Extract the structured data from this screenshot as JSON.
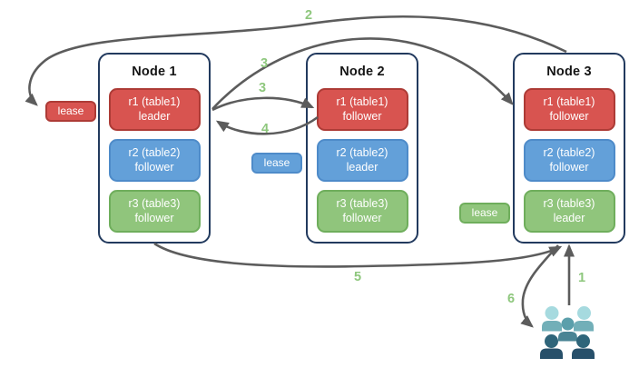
{
  "diagram": {
    "nodes": [
      {
        "title": "Node 1",
        "ranges": [
          {
            "name": "r1 (table1)",
            "role": "leader",
            "color": "red"
          },
          {
            "name": "r2 (table2)",
            "role": "follower",
            "color": "blue"
          },
          {
            "name": "r3 (table3)",
            "role": "follower",
            "color": "green"
          }
        ]
      },
      {
        "title": "Node 2",
        "ranges": [
          {
            "name": "r1 (table1)",
            "role": "follower",
            "color": "red"
          },
          {
            "name": "r2 (table2)",
            "role": "leader",
            "color": "blue"
          },
          {
            "name": "r3 (table3)",
            "role": "follower",
            "color": "green"
          }
        ]
      },
      {
        "title": "Node 3",
        "ranges": [
          {
            "name": "r1 (table1)",
            "role": "follower",
            "color": "red"
          },
          {
            "name": "r2 (table2)",
            "role": "follower",
            "color": "blue"
          },
          {
            "name": "r3 (table3)",
            "role": "leader",
            "color": "green"
          }
        ]
      }
    ],
    "leases": [
      {
        "label": "lease",
        "color": "red"
      },
      {
        "label": "lease",
        "color": "blue"
      },
      {
        "label": "lease",
        "color": "green"
      }
    ],
    "step_labels": [
      "2",
      "3",
      "3",
      "4",
      "5",
      "1",
      "6"
    ],
    "icons": [
      {
        "name": "users-icon",
        "description": "group of five person silhouettes (clients)"
      }
    ],
    "colors": {
      "red_fill": "#D85450",
      "red_border": "#AD3B36",
      "blue_fill": "#63A0D9",
      "blue_border": "#4E8BC9",
      "green_fill": "#90C57C",
      "green_border": "#6FAE5C",
      "node_border": "#223A5E",
      "arrow": "#5C5C5C",
      "step_label": "#8EC77D",
      "users_light": "#A6DADF",
      "users_mid": "#5B9FAB",
      "users_dark": "#2F657A"
    }
  }
}
